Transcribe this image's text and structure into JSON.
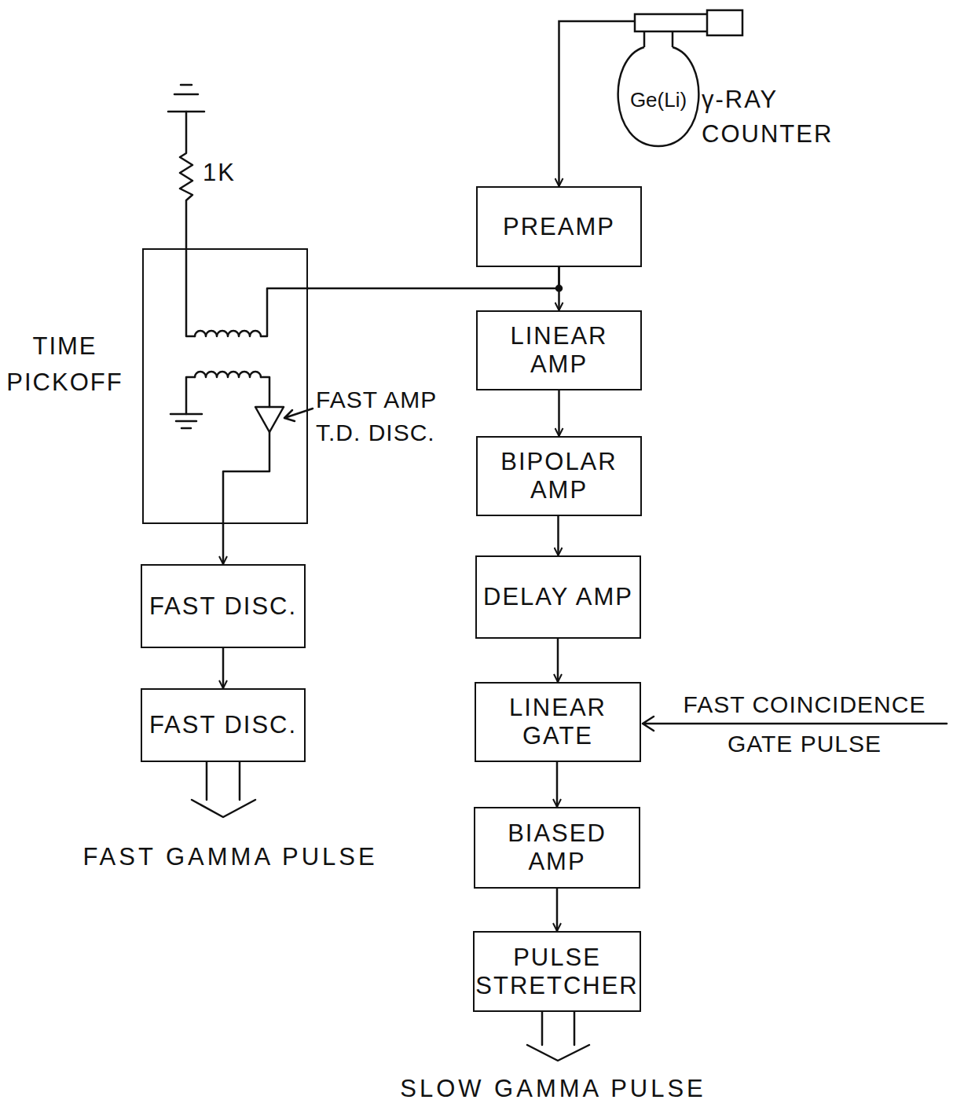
{
  "diagram": {
    "nodes": [
      {
        "text": [
          "Ge(Li)",
          "γ-RAY COUNTER"
        ]
      },
      {
        "text": [
          "PREAMP"
        ]
      },
      {
        "text": [
          "TIME PICKOFF"
        ]
      },
      {
        "text": [
          "LINEAR AMP"
        ]
      },
      {
        "text": [
          "BIPOLAR AMP"
        ]
      },
      {
        "text": [
          "DELAY AMP"
        ]
      },
      {
        "text": [
          "LINEAR GATE"
        ]
      },
      {
        "text": [
          "BIASED AMP"
        ]
      },
      {
        "text": [
          "PULSE STRETCHER"
        ]
      },
      {
        "text": [
          "FAST DISC."
        ]
      },
      {
        "text": [
          "FAST DISC."
        ]
      }
    ],
    "edges": [
      {
        "from": 0,
        "to": 1,
        "arrow": "to"
      },
      {
        "from": 1,
        "to": 3,
        "arrow": "to"
      },
      {
        "from": 1,
        "to": 2,
        "arrow": "none"
      },
      {
        "from": 3,
        "to": 4,
        "arrow": "to"
      },
      {
        "from": 4,
        "to": 5,
        "arrow": "to"
      },
      {
        "from": 5,
        "to": 6,
        "arrow": "to"
      },
      {
        "from": 6,
        "to": 7,
        "arrow": "to"
      },
      {
        "from": 7,
        "to": 8,
        "arrow": "to"
      },
      {
        "from": 2,
        "to": 9,
        "arrow": "to"
      },
      {
        "from": 9,
        "to": 10,
        "arrow": "to"
      }
    ],
    "labels": [
      "1K",
      "FAST AMP T.D. DISC.",
      "FAST COINCIDENCE GATE PULSE",
      "FAST GAMMA PULSE",
      "SLOW GAMMA PULSE"
    ]
  }
}
